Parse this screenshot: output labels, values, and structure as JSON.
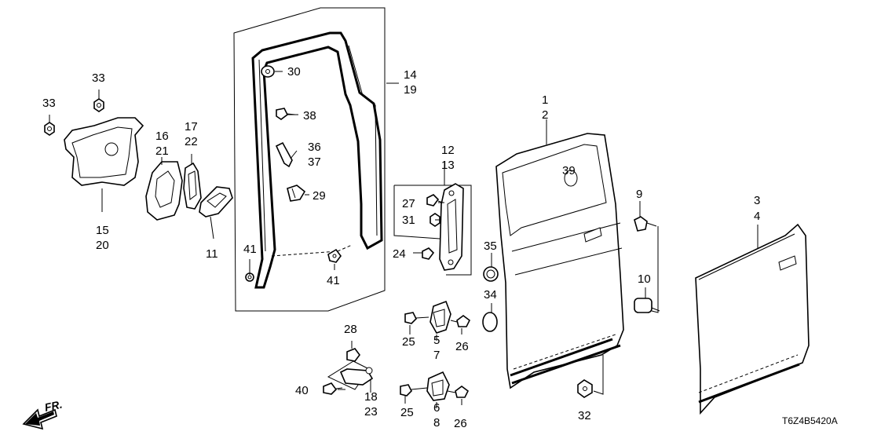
{
  "labels": {
    "l33a": "33",
    "l33b": "33",
    "l16": "16",
    "l21": "21",
    "l17": "17",
    "l22": "22",
    "l15": "15",
    "l20": "20",
    "l11": "11",
    "l30": "30",
    "l38": "38",
    "l36": "36",
    "l37": "37",
    "l29": "29",
    "l41a": "41",
    "l41b": "41",
    "l14": "14",
    "l19": "19",
    "l12": "12",
    "l13": "13",
    "l27": "27",
    "l31": "31",
    "l24": "24",
    "l1": "1",
    "l2": "2",
    "l39": "39",
    "l35": "35",
    "l34": "34",
    "l9": "9",
    "l10": "10",
    "l3": "3",
    "l4": "4",
    "l25a": "25",
    "l5": "5",
    "l7": "7",
    "l26a": "26",
    "l25b": "25",
    "l6": "6",
    "l8": "8",
    "l26b": "26",
    "l28": "28",
    "l40": "40",
    "l18": "18",
    "l23": "23",
    "l32": "32"
  },
  "front_indicator": "FR.",
  "diagram_code": "T6Z4B5420A"
}
